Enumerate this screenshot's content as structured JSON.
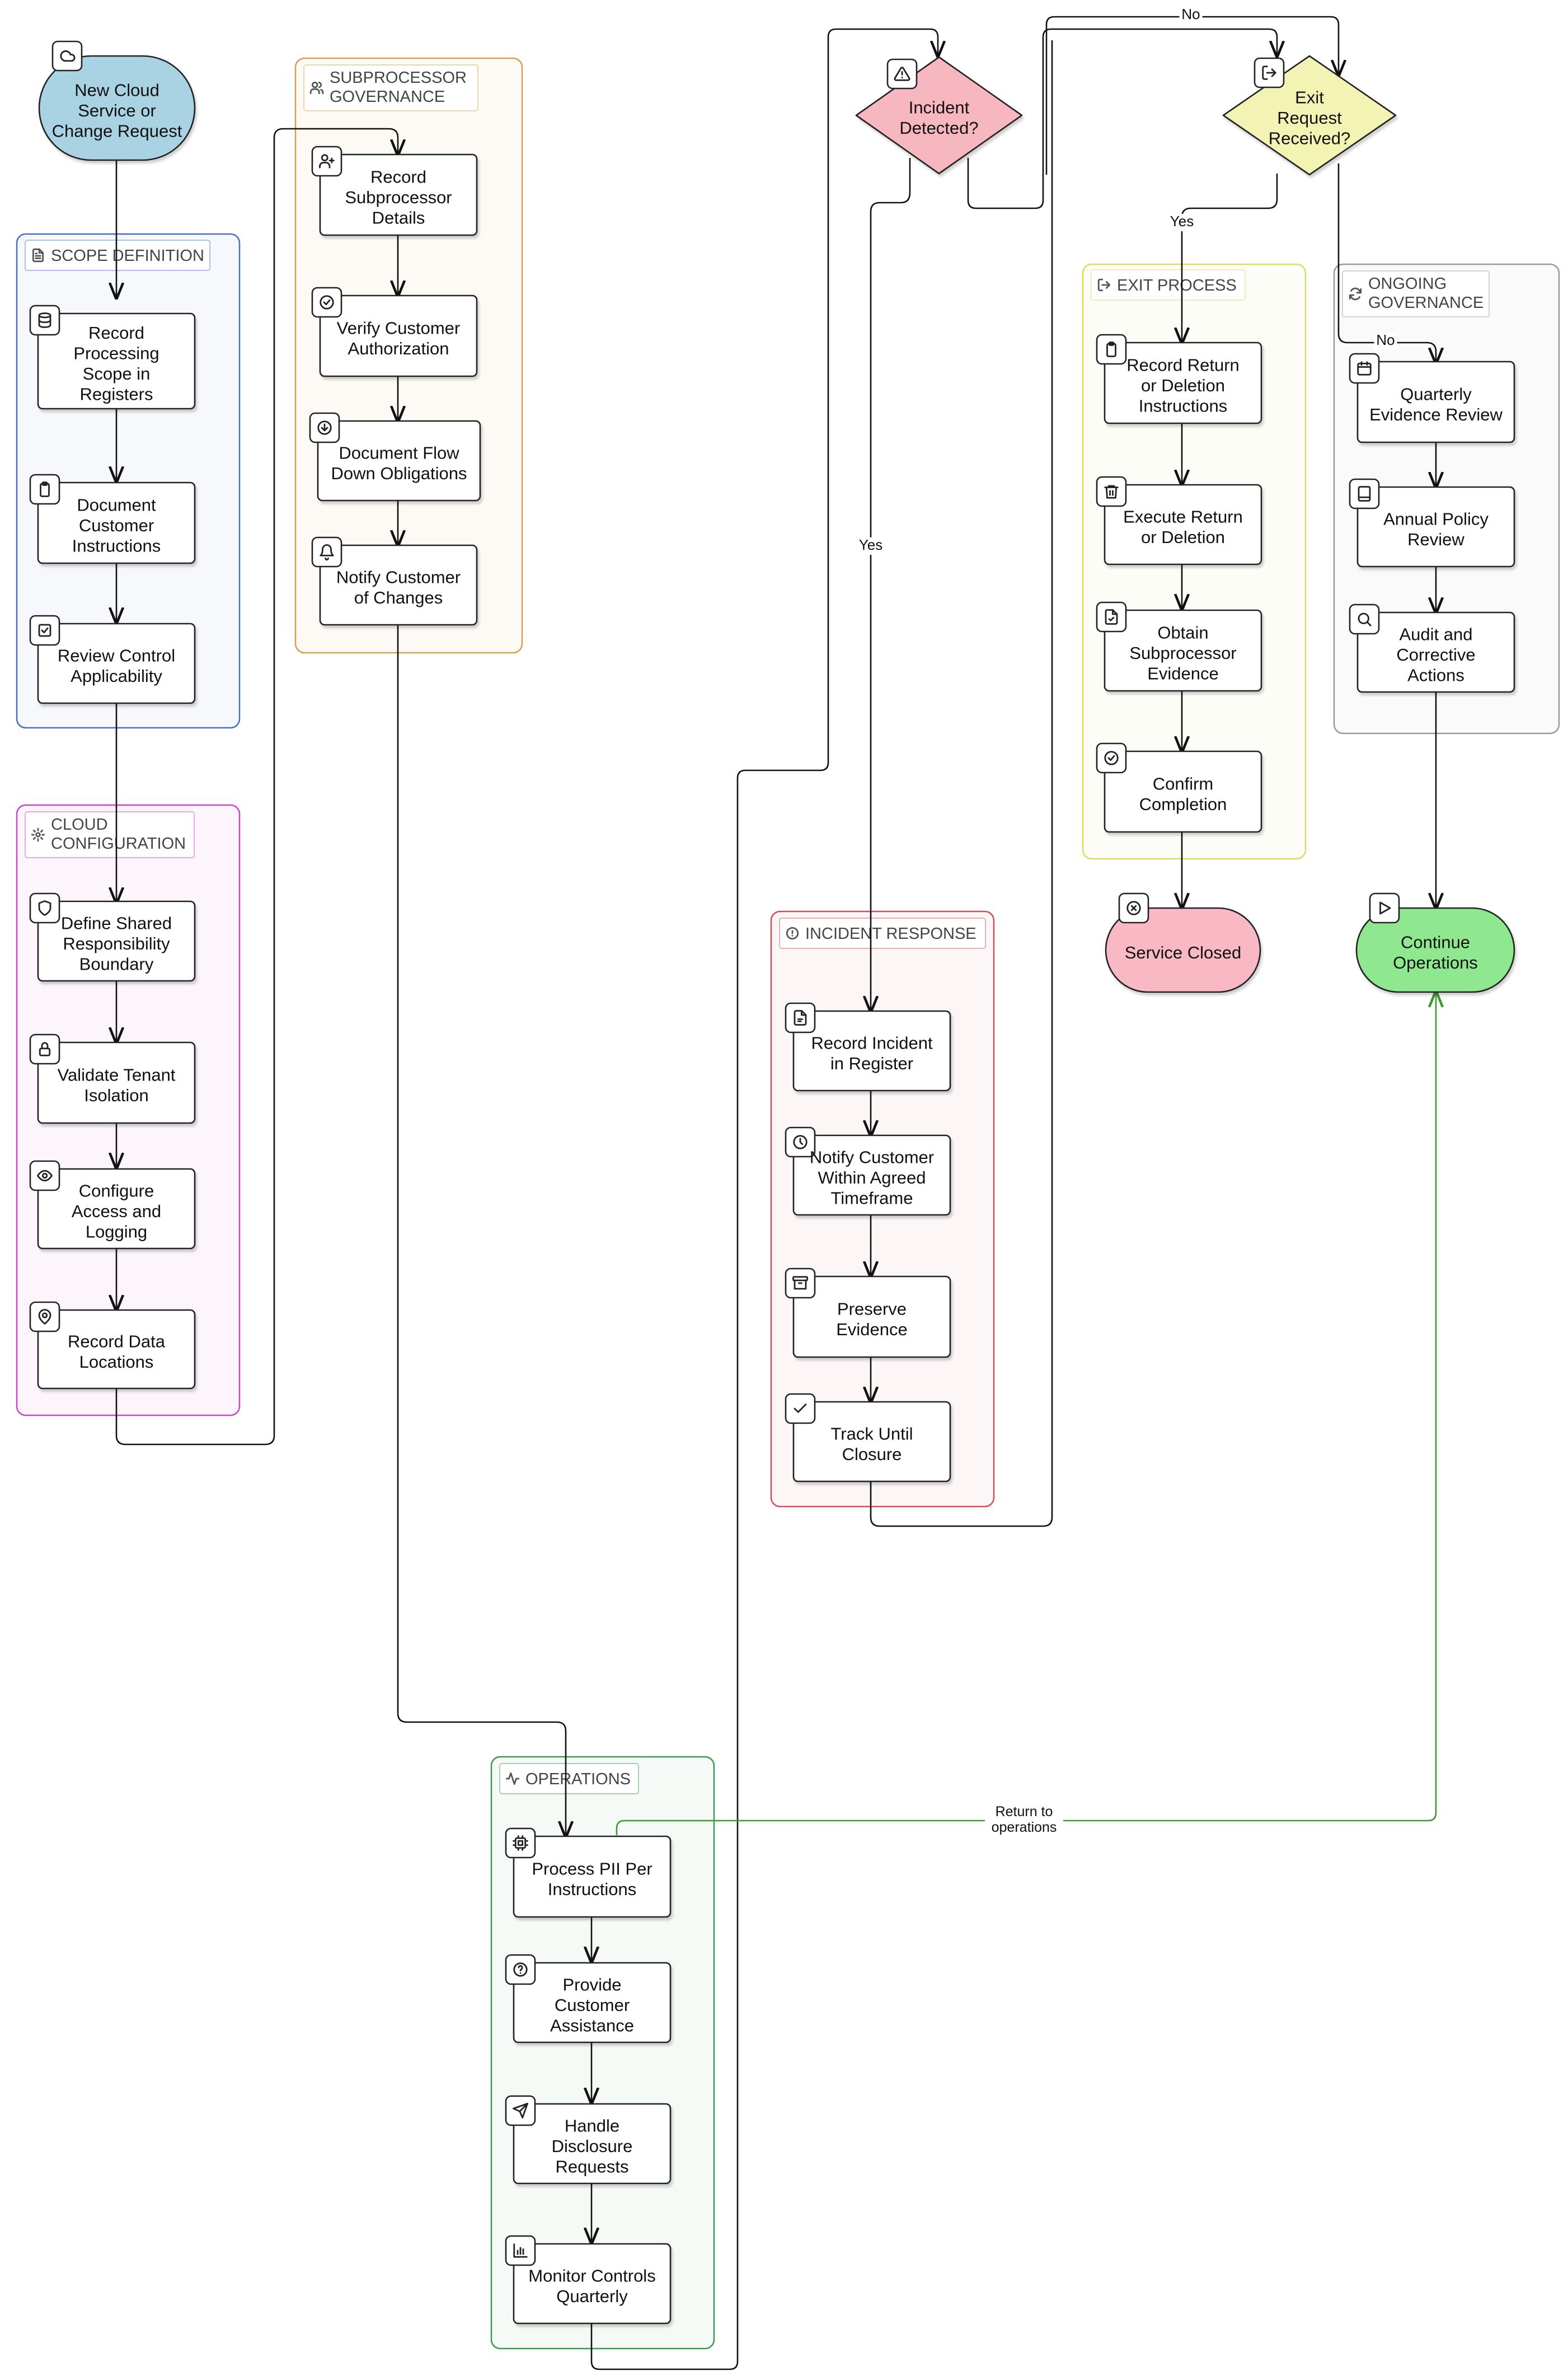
{
  "colors": {
    "scope": "#4a6fc4",
    "cloud": "#cc44cc",
    "subprocessor": "#d9a04a",
    "operations": "#3c9a50",
    "incident": "#d64c5c",
    "exit": "#e0da5a",
    "governance": "#9a9a9a",
    "start_fill": "#a9d3e3",
    "closed_fill": "#f8b8c4",
    "continue_fill": "#8fe88f",
    "incident_diamond": "#f7b7c0",
    "exit_diamond": "#f3f3b4",
    "return_edge": "#3c9a30"
  },
  "groups": {
    "scope": {
      "title": "SCOPE DEFINITION",
      "icon": "file-text-icon"
    },
    "cloud": {
      "title_line1": "CLOUD",
      "title_line2": "CONFIGURATION",
      "icon": "gear-icon"
    },
    "subprocessor": {
      "title_line1": "SUBPROCESSOR",
      "title_line2": "GOVERNANCE",
      "icon": "users-icon"
    },
    "operations": {
      "title": "OPERATIONS",
      "icon": "activity-icon"
    },
    "incident": {
      "title": "INCIDENT RESPONSE",
      "icon": "alert-circle-icon"
    },
    "exit": {
      "title": "EXIT PROCESS",
      "icon": "log-out-icon"
    },
    "governance": {
      "title_line1": "ONGOING",
      "title_line2": "GOVERNANCE",
      "icon": "refresh-icon"
    }
  },
  "nodes": {
    "start": {
      "lines": [
        "New Cloud",
        "Service or",
        "Change Request"
      ],
      "icon": "cloud-icon"
    },
    "record_scope": {
      "lines": [
        "Record",
        "Processing",
        "Scope in",
        "Registers"
      ],
      "icon": "database-icon"
    },
    "doc_instructions": {
      "lines": [
        "Document",
        "Customer",
        "Instructions"
      ],
      "icon": "clipboard-icon"
    },
    "review_controls": {
      "lines": [
        "Review Control",
        "Applicability"
      ],
      "icon": "check-square-icon"
    },
    "shared_boundary": {
      "lines": [
        "Define Shared",
        "Responsibility",
        "Boundary"
      ],
      "icon": "shield-icon"
    },
    "tenant_isolation": {
      "lines": [
        "Validate Tenant",
        "Isolation"
      ],
      "icon": "lock-icon"
    },
    "access_logging": {
      "lines": [
        "Configure",
        "Access and",
        "Logging"
      ],
      "icon": "eye-icon"
    },
    "data_locations": {
      "lines": [
        "Record Data",
        "Locations"
      ],
      "icon": "map-pin-icon"
    },
    "record_sub": {
      "lines": [
        "Record",
        "Subprocessor",
        "Details"
      ],
      "icon": "user-plus-icon"
    },
    "verify_auth": {
      "lines": [
        "Verify Customer",
        "Authorization"
      ],
      "icon": "check-circle-icon"
    },
    "flow_down": {
      "lines": [
        "Document Flow",
        "Down Obligations"
      ],
      "icon": "arrow-down-circle-icon"
    },
    "notify_changes": {
      "lines": [
        "Notify Customer",
        "of Changes"
      ],
      "icon": "bell-icon"
    },
    "process_pii": {
      "lines": [
        "Process PII Per",
        "Instructions"
      ],
      "icon": "cpu-icon"
    },
    "assistance": {
      "lines": [
        "Provide",
        "Customer",
        "Assistance"
      ],
      "icon": "help-circle-icon"
    },
    "disclosure": {
      "lines": [
        "Handle",
        "Disclosure",
        "Requests"
      ],
      "icon": "send-icon"
    },
    "monitor": {
      "lines": [
        "Monitor Controls",
        "Quarterly"
      ],
      "icon": "bar-chart-icon"
    },
    "incident_q": {
      "lines": [
        "Incident",
        "Detected?"
      ],
      "icon": "alert-triangle-icon"
    },
    "exit_q": {
      "lines": [
        "Exit",
        "Request",
        "Received?"
      ],
      "icon": "log-out-icon"
    },
    "record_incident": {
      "lines": [
        "Record Incident",
        "in Register"
      ],
      "icon": "file-icon"
    },
    "notify_customer": {
      "lines": [
        "Notify Customer",
        "Within Agreed",
        "Timeframe"
      ],
      "icon": "clock-icon"
    },
    "preserve": {
      "lines": [
        "Preserve",
        "Evidence"
      ],
      "icon": "archive-icon"
    },
    "track": {
      "lines": [
        "Track Until",
        "Closure"
      ],
      "icon": "check-icon"
    },
    "return_del": {
      "lines": [
        "Record Return",
        "or Deletion",
        "Instructions"
      ],
      "icon": "clipboard-icon"
    },
    "execute": {
      "lines": [
        "Execute Return",
        "or Deletion"
      ],
      "icon": "trash-icon"
    },
    "sub_evidence": {
      "lines": [
        "Obtain",
        "Subprocessor",
        "Evidence"
      ],
      "icon": "file-check-icon"
    },
    "confirm": {
      "lines": [
        "Confirm",
        "Completion"
      ],
      "icon": "check-circle-icon"
    },
    "closed": {
      "lines": [
        "Service Closed"
      ],
      "icon": "x-circle-icon"
    },
    "quarterly": {
      "lines": [
        "Quarterly",
        "Evidence Review"
      ],
      "icon": "calendar-icon"
    },
    "annual": {
      "lines": [
        "Annual Policy",
        "Review"
      ],
      "icon": "tablet-icon"
    },
    "audit": {
      "lines": [
        "Audit and",
        "Corrective",
        "Actions"
      ],
      "icon": "search-icon"
    },
    "continue": {
      "lines": [
        "Continue",
        "Operations"
      ],
      "icon": "play-icon"
    }
  },
  "edge_labels": {
    "no_top": "No",
    "yes_incident": "Yes",
    "yes_exit": "Yes",
    "no_exit": "No",
    "return_line1": "Return to",
    "return_line2": "operations"
  }
}
